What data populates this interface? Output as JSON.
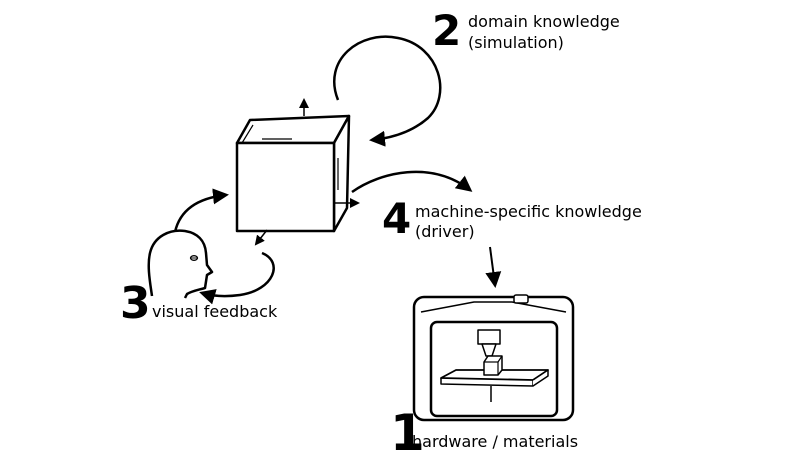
{
  "steps": [
    {
      "number": "2",
      "label_line1": "domain knowledge",
      "label_line2": "(simulation)"
    },
    {
      "number": "4",
      "label_line1": "machine-specific knowledge",
      "label_line2": "(driver)"
    },
    {
      "number": "3",
      "label_line1": "visual feedback"
    },
    {
      "number": "1",
      "label_line1": "hardware / materials"
    }
  ],
  "icons": {
    "object": "cube-icon",
    "observer": "human-head-icon",
    "machine": "3d-printer-icon"
  },
  "colors": {
    "stroke": "#000000",
    "background": "#ffffff"
  }
}
